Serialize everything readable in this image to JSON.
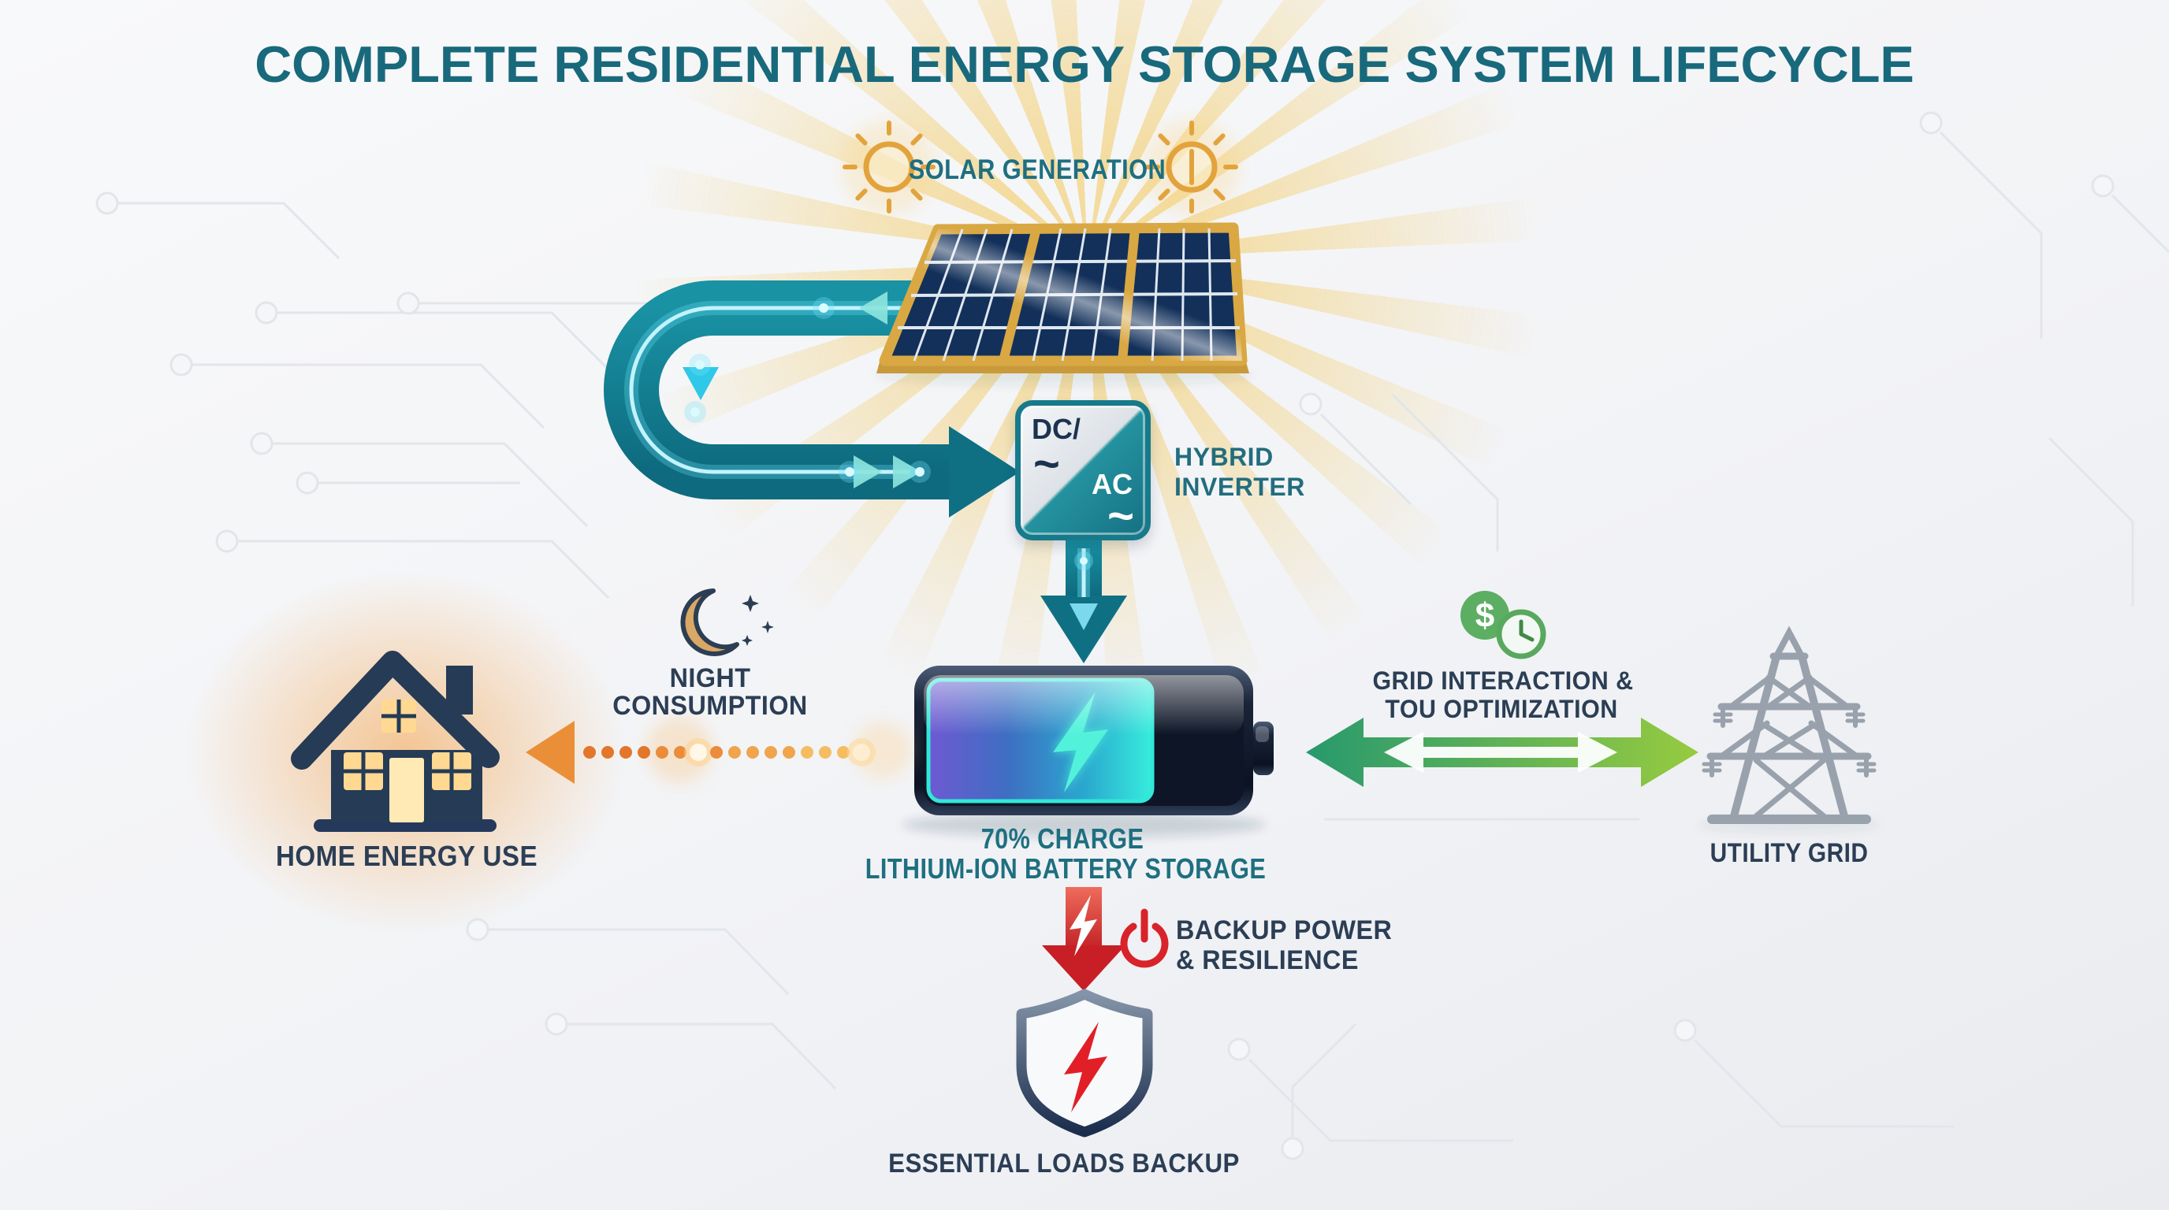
{
  "title": "COMPLETE RESIDENTIAL ENERGY STORAGE SYSTEM LIFECYCLE",
  "solar": {
    "label": "SOLAR GENERATION"
  },
  "inverter": {
    "dc": "DC/",
    "dc_wave": "~",
    "ac": "AC",
    "ac_wave": "~",
    "label1": "HYBRID",
    "label2": "INVERTER"
  },
  "battery": {
    "charge": "70% CHARGE",
    "storage": "LITHIUM-ION BATTERY STORAGE"
  },
  "night": {
    "label1": "NIGHT",
    "label2": "CONSUMPTION"
  },
  "home": {
    "label": "HOME ENERGY USE"
  },
  "grid": {
    "label1": "GRID INTERACTION &",
    "label2": "TOU OPTIMIZATION",
    "dollar": "$"
  },
  "utility": {
    "label": "UTILITY GRID"
  },
  "backup": {
    "label1": "BACKUP POWER",
    "label2": "& RESILIENCE"
  },
  "essential": {
    "label": "ESSENTIAL LOADS BACKUP"
  },
  "colors": {
    "teal_heading": "#19697c",
    "teal_label": "#1e6f80",
    "navy_label": "#2b3e55",
    "orange": "#ea8f38",
    "green_arrow_start": "#27996e",
    "green_arrow_end": "#97cb3f",
    "red": "#d8232a",
    "battery_cyan": "#37eddc"
  }
}
